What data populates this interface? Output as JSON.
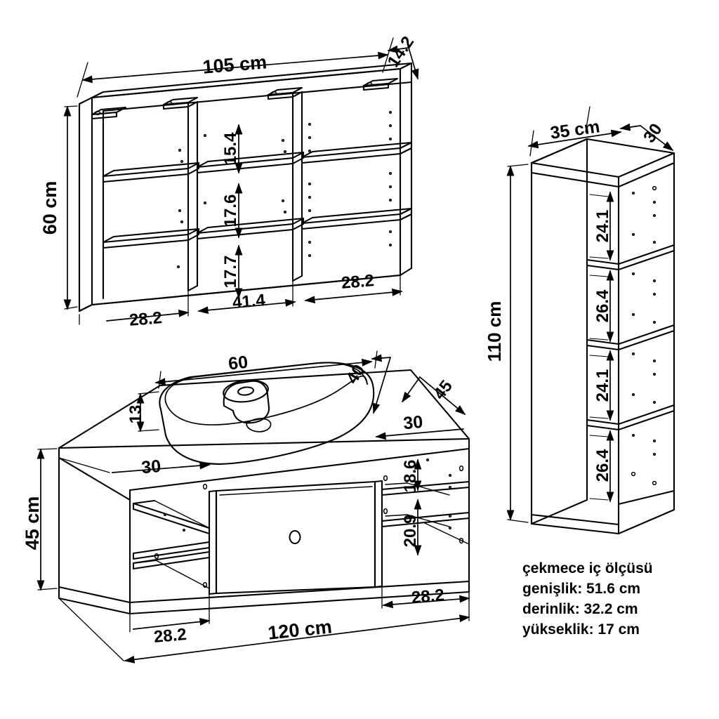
{
  "document": {
    "type": "furniture-assembly-dimension-drawing",
    "background_color": "#ffffff",
    "line_color": "#000000",
    "unit": "cm"
  },
  "products": [
    {
      "id": "wall-shelf-unit",
      "name": "wall-shelf-unit",
      "overall": {
        "width": "105 cm",
        "height": "60 cm",
        "depth": "14.2"
      },
      "compartment_heights": [
        "15.4",
        "17.6",
        "17.7"
      ],
      "column_widths": [
        "28.2",
        "41.4",
        "28.2"
      ],
      "columns": 3,
      "rows": 3
    },
    {
      "id": "tall-cabinet",
      "name": "tall-cabinet",
      "overall": {
        "width": "35 cm",
        "height": "110 cm",
        "depth": "30"
      },
      "compartment_heights": [
        "24.1",
        "26.4",
        "24.1",
        "26.4"
      ],
      "rows": 4
    },
    {
      "id": "vanity-unit",
      "name": "vanity-unit",
      "overall": {
        "width": "120 cm",
        "height": "45 cm",
        "depth": "45"
      },
      "top_depth": "30",
      "left_bay_width": "28.2",
      "right_bay_width": "28.2",
      "left_top_depth_label": "30",
      "right_top_depth_label": "30",
      "right_compartment_heights": [
        "18.6",
        "20.9"
      ]
    },
    {
      "id": "washbasin",
      "name": "washbasin",
      "width": "60",
      "depth": "40",
      "height": "13"
    }
  ],
  "labels": {
    "shelf_width": "105 cm",
    "shelf_depth": "14.2",
    "shelf_height": "60 cm",
    "shelf_h1": "15.4",
    "shelf_h2": "17.6",
    "shelf_h3": "17.7",
    "shelf_w_left": "28.2",
    "shelf_w_mid": "41.4",
    "shelf_w_right": "28.2",
    "tall_width": "35 cm",
    "tall_depth": "30",
    "tall_height": "110 cm",
    "tall_h1": "24.1",
    "tall_h2": "26.4",
    "tall_h3": "24.1",
    "tall_h4": "26.4",
    "basin_width": "60",
    "basin_depth": "40",
    "basin_height": "13",
    "vanity_side_depth": "45",
    "vanity_top_depth_right": "30",
    "vanity_top_depth_left": "30",
    "vanity_height": "45 cm",
    "vanity_width": "120 cm",
    "vanity_left_bay": "28.2",
    "vanity_right_bay": "28.2",
    "vanity_r_h1": "18.6",
    "vanity_r_h2": "20.9"
  },
  "notes": {
    "title": "çekmece iç ölçüsü",
    "line_width": "genişlik: 51.6 cm",
    "line_depth": "derinlik: 32.2 cm",
    "line_height": "yükseklik: 17 cm"
  }
}
